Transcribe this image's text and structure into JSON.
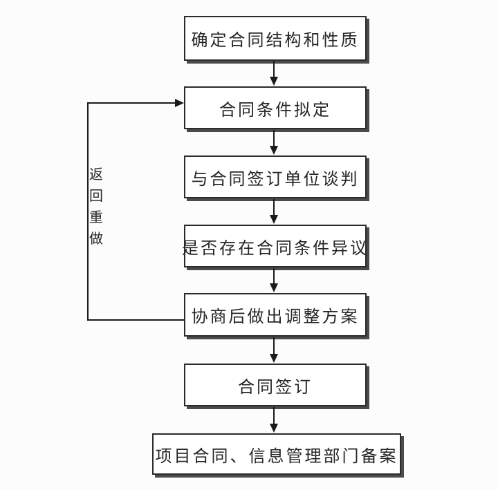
{
  "diagram": {
    "type": "flowchart",
    "nodes": [
      {
        "id": "n1",
        "label": "确定合同结构和性质"
      },
      {
        "id": "n2",
        "label": "合同条件拟定"
      },
      {
        "id": "n3",
        "label": "与合同签订单位谈判"
      },
      {
        "id": "n4",
        "label": "是否存在合同条件异议"
      },
      {
        "id": "n5",
        "label": "协商后做出调整方案"
      },
      {
        "id": "n6",
        "label": "合同签订"
      },
      {
        "id": "n7",
        "label": "项目合同、信息管理部门备案"
      }
    ],
    "edges": [
      {
        "from": "n1",
        "to": "n2",
        "style": "arrow-down"
      },
      {
        "from": "n2",
        "to": "n3",
        "style": "arrow-down"
      },
      {
        "from": "n3",
        "to": "n4",
        "style": "arrow-down"
      },
      {
        "from": "n4",
        "to": "n5",
        "style": "arrow-down"
      },
      {
        "from": "n5",
        "to": "n6",
        "style": "arrow-down"
      },
      {
        "from": "n6",
        "to": "n7",
        "style": "arrow-down"
      },
      {
        "from": "n5",
        "to": "n2",
        "style": "feedback-loop-left",
        "label": "返回重做"
      }
    ],
    "feedback_label": "返回重做",
    "colors": {
      "background": "#fdfcfc",
      "line": "#1a1a1a",
      "box_border": "#2b2b2b",
      "box_fill": "#ffffff",
      "box_shadow": "#4b4b4b",
      "text": "#262626"
    }
  }
}
